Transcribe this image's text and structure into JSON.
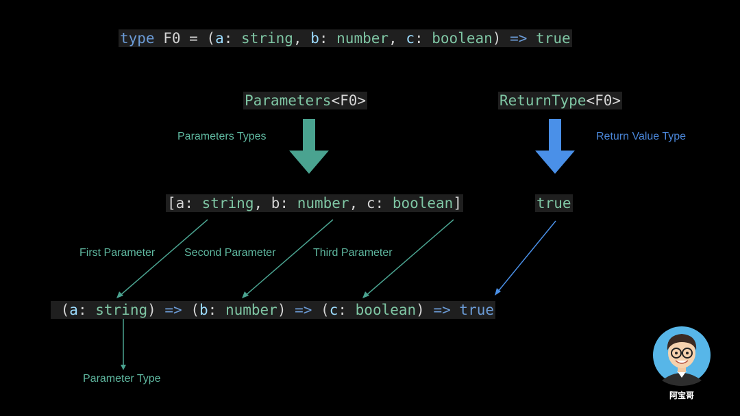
{
  "top_line": {
    "t1": "type",
    "t2": " F0 = (",
    "t3": "a",
    "t4": ": ",
    "t5": "string",
    "t6": ", ",
    "t7": "b",
    "t8": ": ",
    "t9": "number",
    "t10": ", ",
    "t11": "c",
    "t12": ": ",
    "t13": "boolean",
    "t14": ") ",
    "t15": "=>",
    "t16": " ",
    "t17": "true"
  },
  "parameters_call": {
    "name": "Parameters",
    "generic": "<F0>"
  },
  "returntype_call": {
    "name": "ReturnType",
    "generic": "<F0>"
  },
  "labels": {
    "parameters_types": "Parameters Types",
    "return_value_type": "Return Value Type",
    "first_parameter": "First Parameter",
    "second_parameter": "Second Parameter",
    "third_parameter": "Third Parameter",
    "parameter_type": "Parameter Type"
  },
  "tuple": {
    "p0": "[",
    "p1": "a",
    "p2": ": ",
    "p3": "string",
    "p4": ", ",
    "p5": "b",
    "p6": ": ",
    "p7": "number",
    "p8": ", ",
    "p9": "c",
    "p10": ": ",
    "p11": "boolean",
    "p12": "]"
  },
  "return_value": "true",
  "curried": {
    "c0": " (",
    "c1": "a",
    "c2": ": ",
    "c3": "string",
    "c4": ") ",
    "c5": "=>",
    "c6": " (",
    "c7": "b",
    "c8": ": ",
    "c9": "number",
    "c10": ") ",
    "c11": "=>",
    "c12": " (",
    "c13": "c",
    "c14": ": ",
    "c15": "boolean",
    "c16": ") ",
    "c17": "=>",
    "c18": " ",
    "c19": "true"
  },
  "avatar_name": "阿宝哥",
  "colors": {
    "teal": "#4aa390",
    "blue": "#4a90e8",
    "background": "#000000"
  }
}
